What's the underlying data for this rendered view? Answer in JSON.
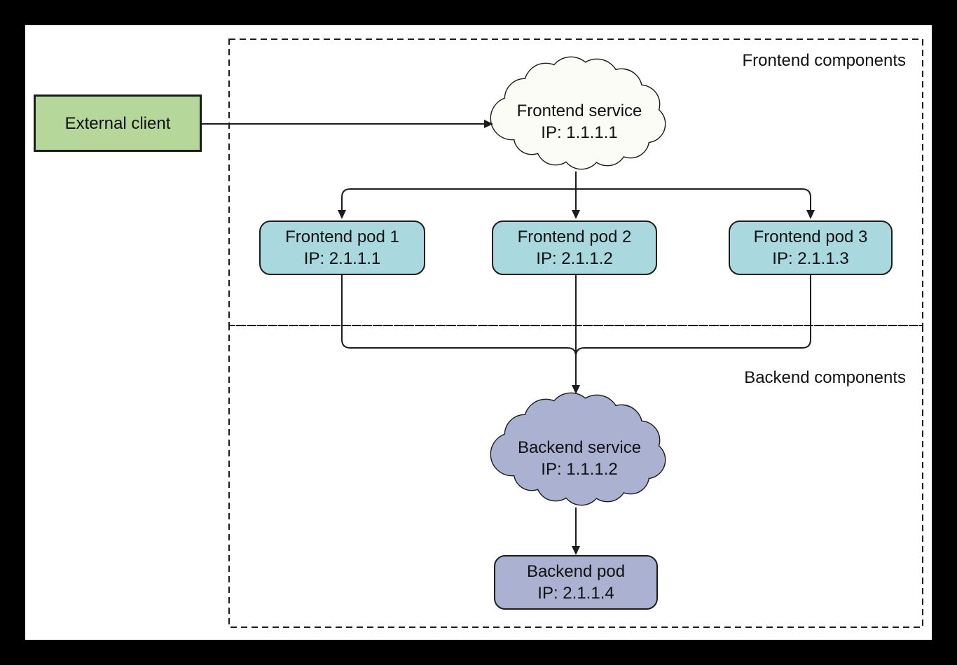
{
  "colors": {
    "canvas_bg": "#000000",
    "page_bg": "#ffffff",
    "line": "#1c1c1c",
    "client_fill": "#b5d79a",
    "frontend_pod_fill": "#a9d8de",
    "frontend_service_fill": "#fcfcf6",
    "backend_fill": "#abb2d1"
  },
  "diagram": {
    "external_client": {
      "label": "External client"
    },
    "frontend_group": {
      "label": "Frontend components",
      "service": {
        "name": "Frontend service",
        "ip": "IP: 1.1.1.1"
      },
      "pods": [
        {
          "name": "Frontend pod 1",
          "ip": "IP: 2.1.1.1"
        },
        {
          "name": "Frontend pod 2",
          "ip": "IP: 2.1.1.2"
        },
        {
          "name": "Frontend pod 3",
          "ip": "IP: 2.1.1.3"
        }
      ]
    },
    "backend_group": {
      "label": "Backend components",
      "service": {
        "name": "Backend service",
        "ip": "IP: 1.1.1.2"
      },
      "pod": {
        "name": "Backend pod",
        "ip": "IP: 2.1.1.4"
      }
    }
  }
}
